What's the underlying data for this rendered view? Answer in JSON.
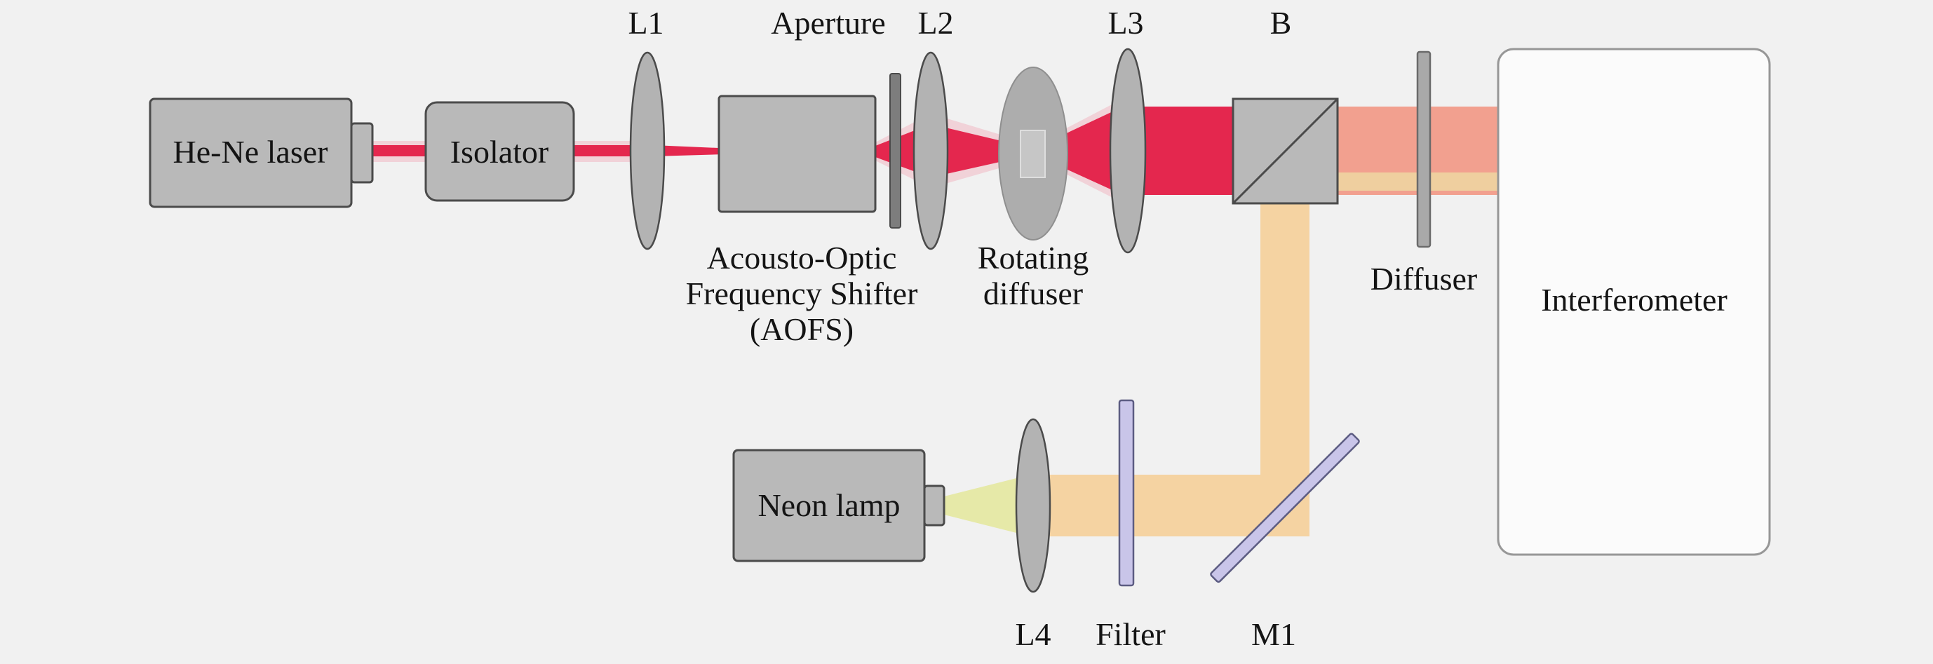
{
  "diagram": {
    "type": "optical-setup-schematic",
    "colors": {
      "background": "#f1f1f1",
      "component_fill": "#b9b9b9",
      "component_stroke": "#4b4b4b",
      "laser_beam": "#e4274e",
      "laser_glow": "#f293a4",
      "combined_beam": "#f2a08f",
      "combined_beam_edge": "#eedfa4",
      "neon_beam": "#f5d3a2",
      "neon_cone": "#e6e9a8",
      "optic_violet": "#c9c5e9",
      "interferometer_fill": "#fbfbfb"
    },
    "components": {
      "laser": {
        "label": "He-Ne laser"
      },
      "isolator": {
        "label": "Isolator"
      },
      "lens1": {
        "label": "L1"
      },
      "aperture": {
        "label": "Aperture"
      },
      "lens2": {
        "label": "L2"
      },
      "aofs": {
        "label_line1": "Acousto-Optic",
        "label_line2": "Frequency Shifter",
        "label_line3": "(AOFS)"
      },
      "rotating_diffuser": {
        "label_line1": "Rotating",
        "label_line2": "diffuser"
      },
      "lens3": {
        "label": "L3"
      },
      "beamsplitter": {
        "label": "B"
      },
      "diffuser": {
        "label": "Diffuser"
      },
      "interferometer": {
        "label": "Interferometer"
      },
      "neon_lamp": {
        "label": "Neon lamp"
      },
      "lens4": {
        "label": "L4"
      },
      "filter": {
        "label": "Filter"
      },
      "mirror": {
        "label": "M1"
      }
    }
  }
}
